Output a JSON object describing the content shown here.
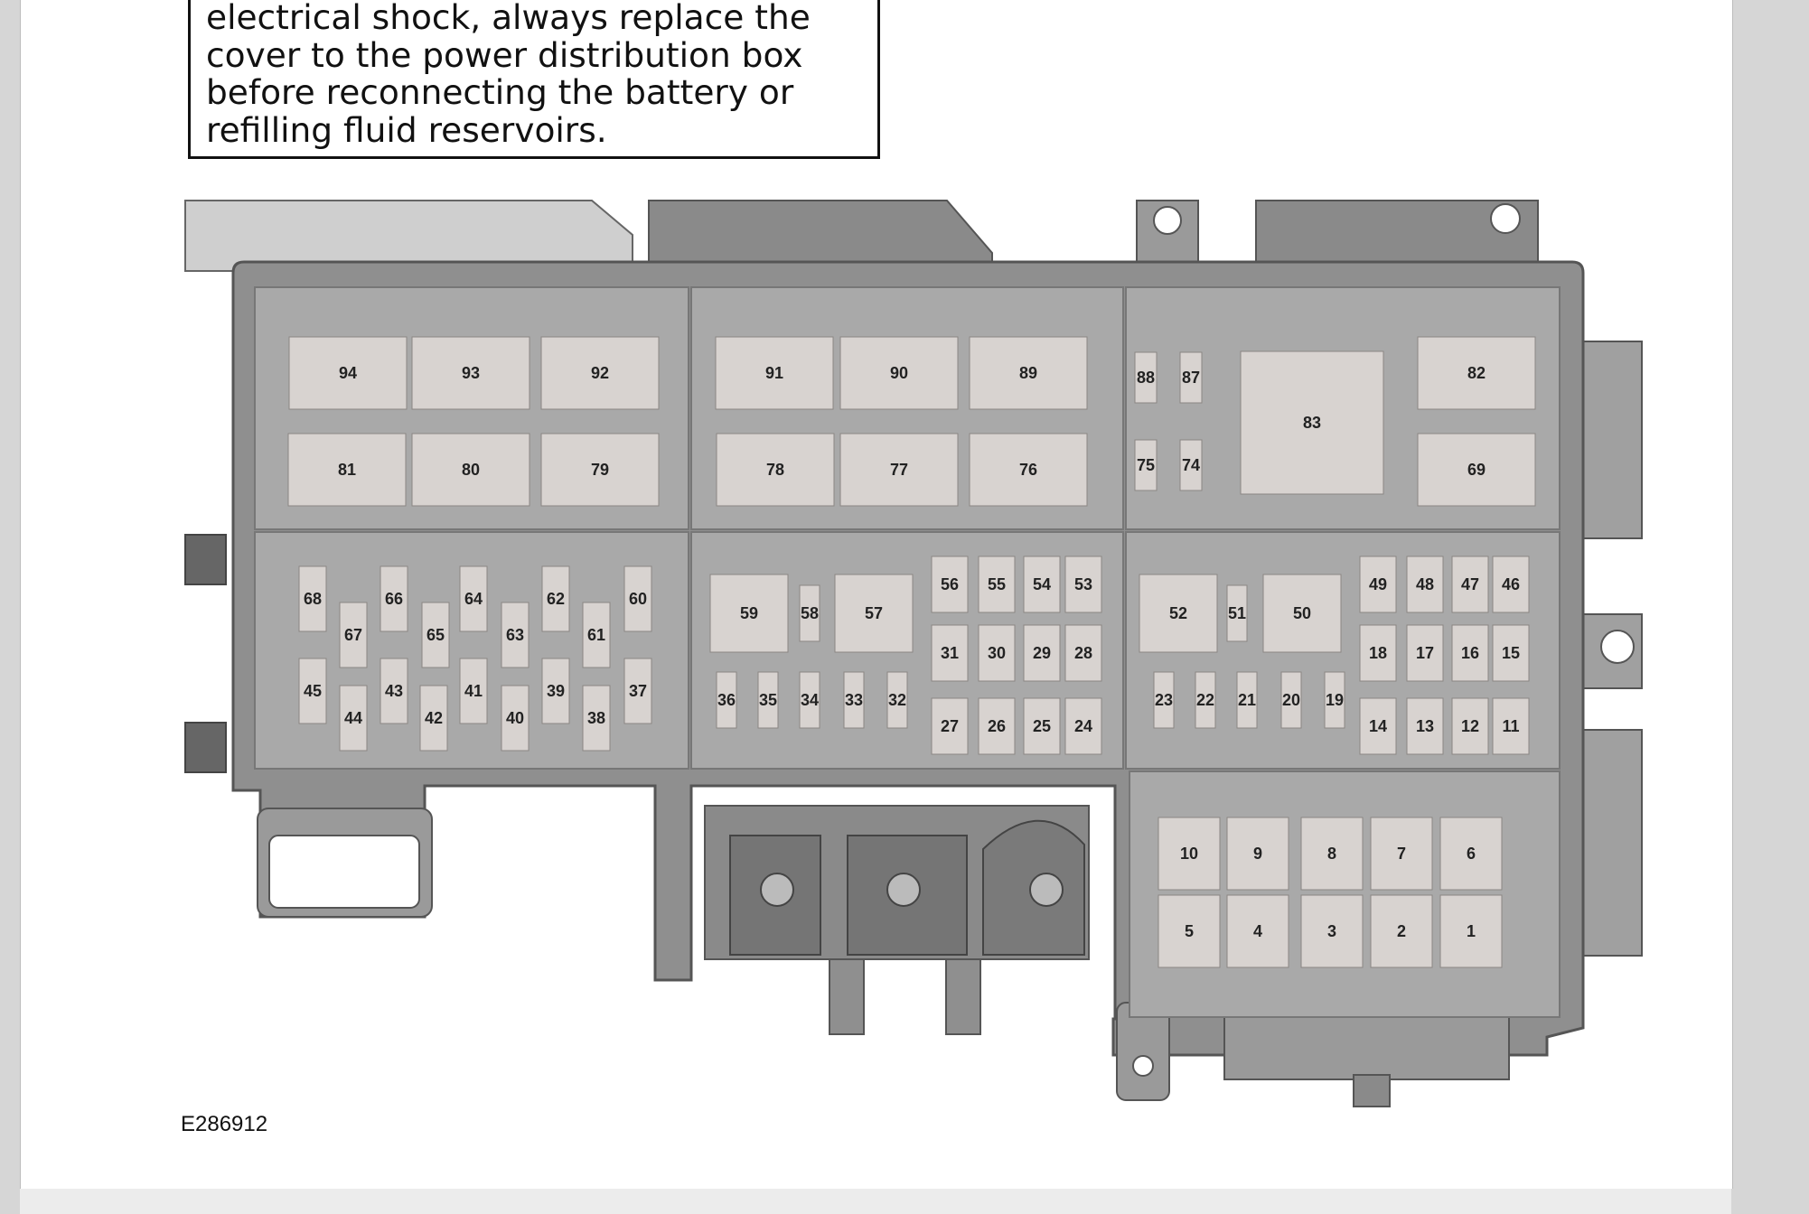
{
  "warning": {
    "lines": [
      "electrical shock, always replace the",
      "cover to the power distribution box",
      "before reconnecting the battery or",
      "refilling fluid reservoirs."
    ]
  },
  "figure": {
    "id": "E286912"
  },
  "colors": {
    "housing": "#8f8f8f",
    "panel": "#aaaaaa",
    "fuse": "#d8d3d0",
    "outline": "#555555"
  },
  "fuses": [
    "1",
    "2",
    "3",
    "4",
    "5",
    "6",
    "7",
    "8",
    "9",
    "10",
    "11",
    "12",
    "13",
    "14",
    "15",
    "16",
    "17",
    "18",
    "19",
    "20",
    "21",
    "22",
    "23",
    "24",
    "25",
    "26",
    "27",
    "28",
    "29",
    "30",
    "31",
    "32",
    "33",
    "34",
    "35",
    "36",
    "37",
    "38",
    "39",
    "40",
    "41",
    "42",
    "43",
    "44",
    "45",
    "46",
    "47",
    "48",
    "49",
    "50",
    "51",
    "52",
    "53",
    "54",
    "55",
    "56",
    "57",
    "58",
    "59",
    "60",
    "61",
    "62",
    "63",
    "64",
    "65",
    "66",
    "67",
    "68",
    "69",
    "74",
    "75",
    "76",
    "77",
    "78",
    "79",
    "80",
    "81",
    "82",
    "83",
    "87",
    "88",
    "89",
    "90",
    "91",
    "92",
    "93",
    "94"
  ]
}
